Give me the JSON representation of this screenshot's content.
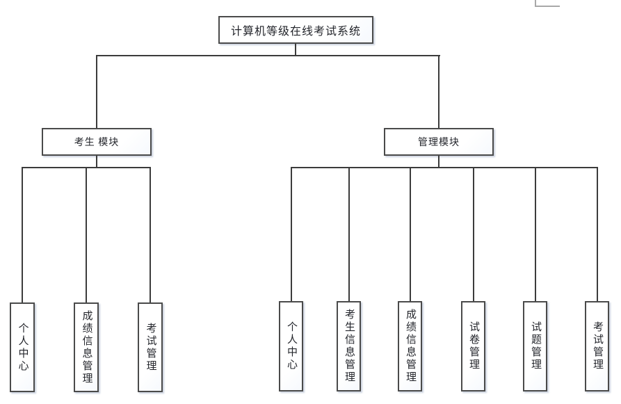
{
  "diagram": {
    "root": {
      "label": "计算机等级在线考试系统"
    },
    "branches": [
      {
        "label": "考生 模块",
        "children": [
          "个人中心",
          "成绩信息管理",
          "考试管理"
        ]
      },
      {
        "label": "管理模块",
        "children": [
          "个人中心",
          "考生信息管理",
          "成绩信息管理",
          "试卷管理",
          "试题管理",
          "考试管理"
        ]
      }
    ],
    "colors": {
      "line": "#3b3b3b",
      "box_border": "#4a4a4a",
      "box_fill": "#ffffff",
      "text": "#23252b",
      "shadow": "rgba(140,155,185,0.45)",
      "artifact_gray": "#a8a8a8"
    }
  }
}
